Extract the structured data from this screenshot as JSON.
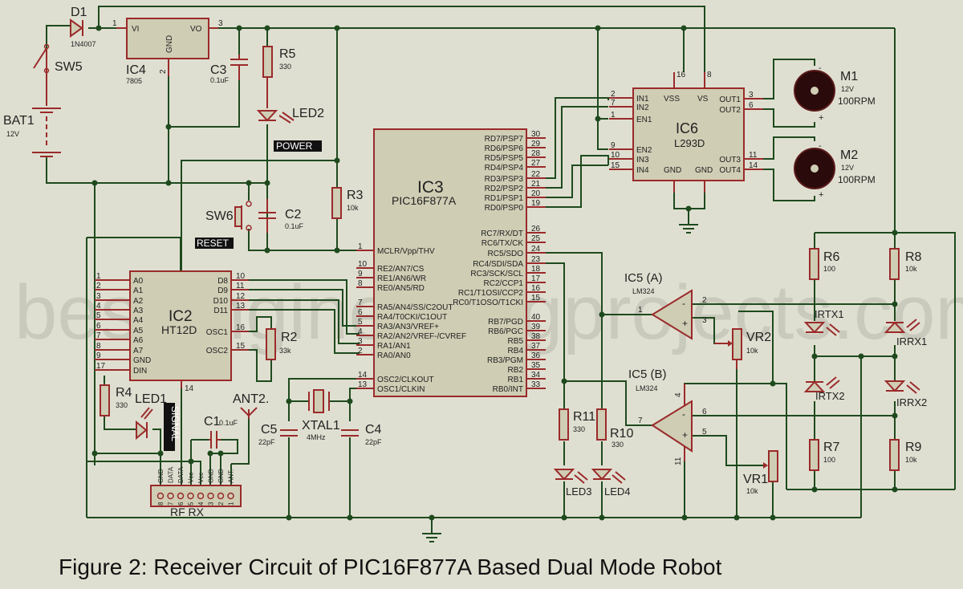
{
  "title": "Figure 2: Receiver Circuit of PIC16F877A Based Dual Mode Robot",
  "watermark": "bestengineeringprojects.com",
  "colors": {
    "background": "#dfdfd1",
    "wire": "#1e4a1e",
    "pin": "#9a2a2a",
    "body": "#cfcdb4"
  },
  "power": {
    "bat": {
      "ref": "BAT1",
      "value": "12V"
    },
    "sw5": {
      "ref": "SW5"
    },
    "d1": {
      "ref": "D1",
      "value": "1N4007"
    },
    "ic4": {
      "ref": "IC4",
      "value": "7805",
      "pins": {
        "vi": "VI",
        "vo": "VO",
        "gnd": "GND",
        "n1": "1",
        "n2": "2",
        "n3": "3"
      }
    },
    "c3": {
      "ref": "C3",
      "value": "0.1uF"
    },
    "r5": {
      "ref": "R5",
      "value": "330"
    },
    "led2": {
      "ref": "LED2",
      "tag": "POWER"
    }
  },
  "reset": {
    "sw6": {
      "ref": "SW6",
      "tag": "RESET"
    },
    "c2": {
      "ref": "C2",
      "value": "0.1uF"
    },
    "r3": {
      "ref": "R3",
      "value": "10k"
    }
  },
  "ic3": {
    "ref": "IC3",
    "value": "PIC16F877A",
    "left_pins": [
      {
        "num": "1",
        "name": "MCLR/Vpp/THV"
      },
      {
        "num": "10",
        "name": "RE2/AN7/CS"
      },
      {
        "num": "9",
        "name": "RE1/AN6/WR"
      },
      {
        "num": "8",
        "name": "RE0/AN5/RD"
      },
      {
        "num": "7",
        "name": "RA5/AN4/SS/C2OUT"
      },
      {
        "num": "6",
        "name": "RA4/T0CKI/C1OUT"
      },
      {
        "num": "5",
        "name": "RA3/AN3/VREF+"
      },
      {
        "num": "4",
        "name": "RA2/AN2/VREF-/CVREF"
      },
      {
        "num": "3",
        "name": "RA1/AN1"
      },
      {
        "num": "2",
        "name": "RA0/AN0"
      },
      {
        "num": "14",
        "name": "OSC2/CLKOUT"
      },
      {
        "num": "13",
        "name": "OSC1/CLKIN"
      }
    ],
    "right_pins": [
      {
        "num": "30",
        "name": "RD7/PSP7"
      },
      {
        "num": "29",
        "name": "RD6/PSP6"
      },
      {
        "num": "28",
        "name": "RD5/PSP5"
      },
      {
        "num": "27",
        "name": "RD4/PSP4"
      },
      {
        "num": "22",
        "name": "RD3/PSP3"
      },
      {
        "num": "21",
        "name": "RD2/PSP2"
      },
      {
        "num": "20",
        "name": "RD1/PSP1"
      },
      {
        "num": "19",
        "name": "RD0/PSP0"
      },
      {
        "num": "26",
        "name": "RC7/RX/DT"
      },
      {
        "num": "25",
        "name": "RC6/TX/CK"
      },
      {
        "num": "24",
        "name": "RC5/SDO"
      },
      {
        "num": "23",
        "name": "RC4/SDI/SDA"
      },
      {
        "num": "18",
        "name": "RC3/SCK/SCL"
      },
      {
        "num": "17",
        "name": "RC2/CCP1"
      },
      {
        "num": "16",
        "name": "RC1/T1OSI/CCP2"
      },
      {
        "num": "15",
        "name": "RC0/T1OSO/T1CKI"
      },
      {
        "num": "40",
        "name": "RB7/PGD"
      },
      {
        "num": "39",
        "name": "RB6/PGC"
      },
      {
        "num": "38",
        "name": "RB5"
      },
      {
        "num": "37",
        "name": "RB4"
      },
      {
        "num": "36",
        "name": "RB3/PGM"
      },
      {
        "num": "35",
        "name": "RB2"
      },
      {
        "num": "34",
        "name": "RB1"
      },
      {
        "num": "33",
        "name": "RB0/INT"
      }
    ]
  },
  "ic2": {
    "ref": "IC2",
    "value": "HT12D",
    "left_pins": [
      {
        "num": "1",
        "name": "A0"
      },
      {
        "num": "2",
        "name": "A1"
      },
      {
        "num": "3",
        "name": "A2"
      },
      {
        "num": "4",
        "name": "A3"
      },
      {
        "num": "5",
        "name": "A4"
      },
      {
        "num": "6",
        "name": "A5"
      },
      {
        "num": "7",
        "name": "A6"
      },
      {
        "num": "8",
        "name": "A7"
      },
      {
        "num": "9",
        "name": "GND"
      },
      {
        "num": "17",
        "name": "DIN"
      }
    ],
    "right_pins": [
      {
        "num": "10",
        "name": "D8"
      },
      {
        "num": "11",
        "name": "D9"
      },
      {
        "num": "12",
        "name": "D10"
      },
      {
        "num": "13",
        "name": "D11"
      },
      {
        "num": "16",
        "name": "OSC1"
      },
      {
        "num": "15",
        "name": "OSC2"
      }
    ],
    "bottom_pin": "14"
  },
  "r2": {
    "ref": "R2",
    "value": "33k"
  },
  "r4": {
    "ref": "R4",
    "value": "330"
  },
  "led1": {
    "ref": "LED1",
    "tag": "SIGNAL"
  },
  "c1": {
    "ref": "C1",
    "value": "0.1uF"
  },
  "ant2": {
    "ref": "ANT2."
  },
  "rfrx": {
    "ref": "RF RX",
    "pins": [
      {
        "num": "8",
        "name": "GND"
      },
      {
        "num": "7",
        "name": "DATA"
      },
      {
        "num": "6",
        "name": "DATA"
      },
      {
        "num": "5",
        "name": "Vcc"
      },
      {
        "num": "4",
        "name": "Vcc"
      },
      {
        "num": "3",
        "name": "GND"
      },
      {
        "num": "2",
        "name": "GND"
      },
      {
        "num": "1",
        "name": "ANT."
      }
    ]
  },
  "xtal": {
    "xtal1": {
      "ref": "XTAL1",
      "value": "4MHz"
    },
    "c5": {
      "ref": "C5",
      "value": "22pF"
    },
    "c4": {
      "ref": "C4",
      "value": "22pF"
    }
  },
  "ic6": {
    "ref": "IC6",
    "value": "L293D",
    "left_pins": [
      {
        "num": "2",
        "name": "IN1"
      },
      {
        "num": "7",
        "name": "IN2"
      },
      {
        "num": "1",
        "name": "EN1"
      },
      {
        "num": "9",
        "name": "EN2"
      },
      {
        "num": "10",
        "name": "IN3"
      },
      {
        "num": "15",
        "name": "IN4"
      }
    ],
    "right_pins": [
      {
        "num": "3",
        "name": "OUT1"
      },
      {
        "num": "6",
        "name": "OUT2"
      },
      {
        "num": "11",
        "name": "OUT3"
      },
      {
        "num": "14",
        "name": "OUT4"
      }
    ],
    "top_pins": [
      {
        "num": "16",
        "name": "VSS"
      },
      {
        "num": "8",
        "name": "VS"
      }
    ],
    "bottom_pins": [
      {
        "name": "GND"
      },
      {
        "name": "GND"
      }
    ]
  },
  "motors": [
    {
      "ref": "M1",
      "voltage": "12V",
      "speed": "100RPM"
    },
    {
      "ref": "M2",
      "voltage": "12V",
      "speed": "100RPM"
    }
  ],
  "ic5a": {
    "ref": "IC5 (A)",
    "value": "LM324",
    "pins": {
      "out": "1",
      "inv": "2",
      "noninv": "3"
    }
  },
  "ic5b": {
    "ref": "IC5 (B)",
    "value": "LM324",
    "pins": {
      "out": "7",
      "inv": "6",
      "noninv": "5",
      "vcc": "4",
      "gnd": "11"
    }
  },
  "vr2": {
    "ref": "VR2",
    "value": "10k"
  },
  "vr1": {
    "ref": "VR1",
    "value": "10k"
  },
  "r6": {
    "ref": "R6",
    "value": "100"
  },
  "r7": {
    "ref": "R7",
    "value": "100"
  },
  "r8": {
    "ref": "R8",
    "value": "10k"
  },
  "r9": {
    "ref": "R9",
    "value": "10k"
  },
  "r10": {
    "ref": "R10",
    "value": "330"
  },
  "r11": {
    "ref": "R11",
    "value": "330"
  },
  "irtx1": {
    "ref": "IRTX1"
  },
  "irtx2": {
    "ref": "IRTX2"
  },
  "irrx1": {
    "ref": "IRRX1"
  },
  "irrx2": {
    "ref": "IRRX2"
  },
  "led3": {
    "ref": "LED3"
  },
  "led4": {
    "ref": "LED4"
  },
  "signs": {
    "minus": "-",
    "plus": "+"
  }
}
